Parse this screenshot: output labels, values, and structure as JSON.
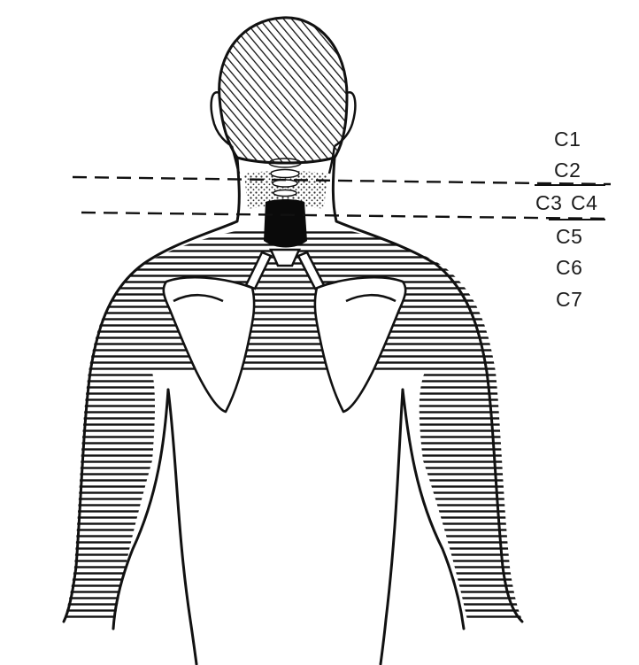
{
  "labels": {
    "c1": "C1",
    "c2": "C2",
    "c3": "C3",
    "c4": "C4",
    "c5": "C5",
    "c6": "C6",
    "c7": "C7"
  },
  "colors": {
    "ink": "#111111",
    "background": "#ffffff"
  },
  "regions": {
    "head": "diagonal-hatching",
    "upper-neck": "stippled",
    "lower-neck": "solid-black",
    "shoulders-and-arms": "horizontal-hatching"
  }
}
